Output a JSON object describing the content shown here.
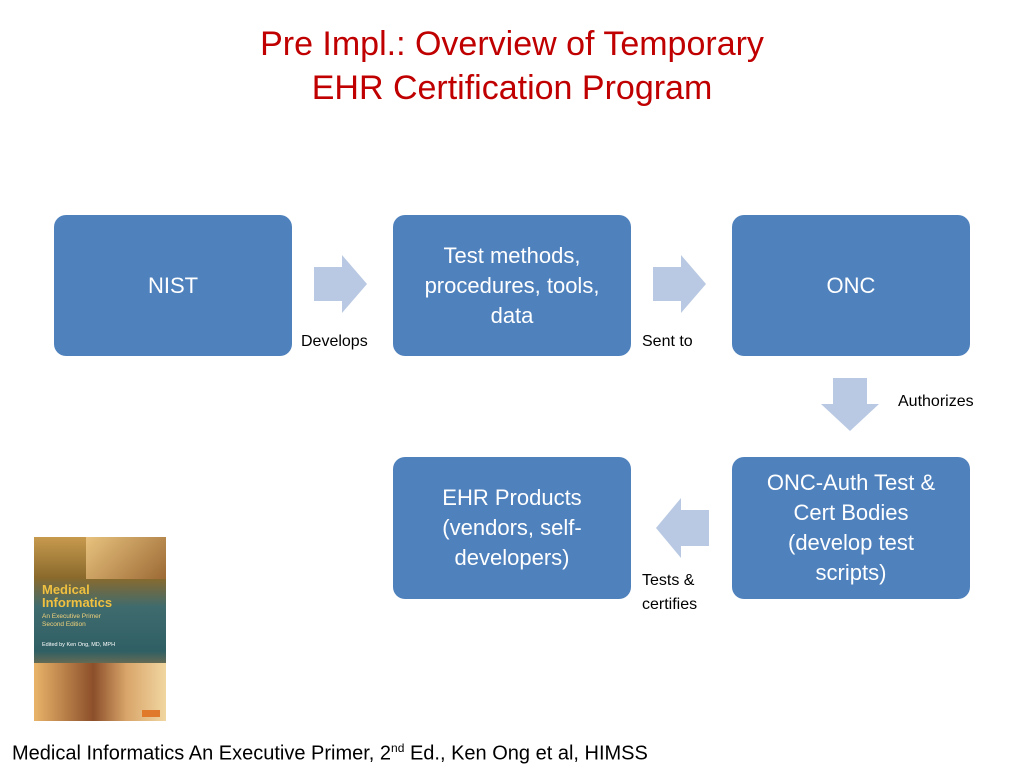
{
  "title": {
    "line1": "Pre Impl.:  Overview of Temporary",
    "line2": "EHR Certification Program"
  },
  "nodes": {
    "nist": "NIST",
    "test_methods": "Test methods,\nprocedures, tools,\ndata",
    "onc": "ONC",
    "onc_auth": "ONC-Auth Test &\nCert Bodies\n(develop test\nscripts)",
    "ehr_products": "EHR Products\n(vendors, self-\ndevelopers)"
  },
  "edges": {
    "develops": "Develops",
    "sent_to": "Sent to",
    "authorizes": "Authorizes",
    "tests_certifies": "Tests &\ncertifies"
  },
  "book_cover": {
    "title": "Medical\nInformatics",
    "subtitle": "An Executive Primer\nSecond Edition",
    "editor": "Edited by Ken Ong, MD, MPH"
  },
  "caption": {
    "before_sup": "Medical Informatics An Executive Primer, 2",
    "sup": "nd",
    "after_sup": " Ed., Ken Ong et al, HIMSS"
  },
  "colors": {
    "title": "#c00000",
    "box_fill": "#4f81bd",
    "arrow_fill": "#b9c9e3"
  }
}
